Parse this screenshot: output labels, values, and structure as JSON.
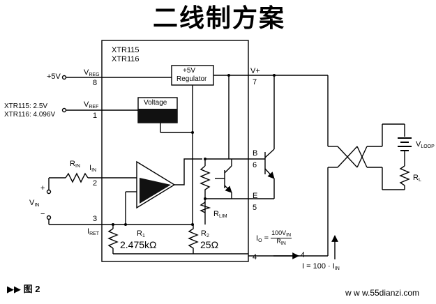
{
  "title": "二线制方案",
  "chip": {
    "name1": "XTR115",
    "name2": "XTR116"
  },
  "blocks": {
    "regulator_top": "+5V",
    "regulator_bottom": "Regulator",
    "voltage_ref": "Voltage"
  },
  "pins": {
    "vreg_label": "V",
    "vreg_sub": "REG",
    "vreg_num": "8",
    "vref_label": "V",
    "vref_sub": "REF",
    "vref_num": "1",
    "iin_label": "I",
    "iin_sub": "IN",
    "iin_num": "2",
    "iret_label": "I",
    "iret_sub": "RET",
    "iret_num": "3",
    "vplus_label": "V+",
    "vplus_num": "7",
    "b_label": "B",
    "b_num": "6",
    "e_label": "E",
    "e_num": "5",
    "out_num": "4"
  },
  "left_side": {
    "supply": "+5V",
    "ref_line1": "XTR115: 2.5V",
    "ref_line2": "XTR116: 4.096V",
    "rin_label": "R",
    "rin_sub": "IN",
    "vin_label": "V",
    "vin_sub": "IN",
    "plus": "+",
    "minus": "−"
  },
  "components": {
    "r1_label": "R",
    "r1_sub": "1",
    "r1_value": "2.475kΩ",
    "r2_label": "R",
    "r2_sub": "2",
    "r2_value": "25Ω",
    "rlim_label": "R",
    "rlim_sub": "LIM"
  },
  "equations": {
    "io_lhs": "I",
    "io_lhs_sub": "O",
    "io_eq": " = ",
    "io_num": "100V",
    "io_num_sub": "IN",
    "io_den": "R",
    "io_den_sub": "IN",
    "i_lhs": "I = 100 · I",
    "i_sub": "IN",
    "out_arrow_label": "4"
  },
  "loop": {
    "vloop_label": "V",
    "vloop_sub": "LOOP",
    "rl_label": "R",
    "rl_sub": "L"
  },
  "caption": {
    "arrows": "▶▶",
    "text": "图 2"
  },
  "watermark": "w w w.55dianzi.com"
}
